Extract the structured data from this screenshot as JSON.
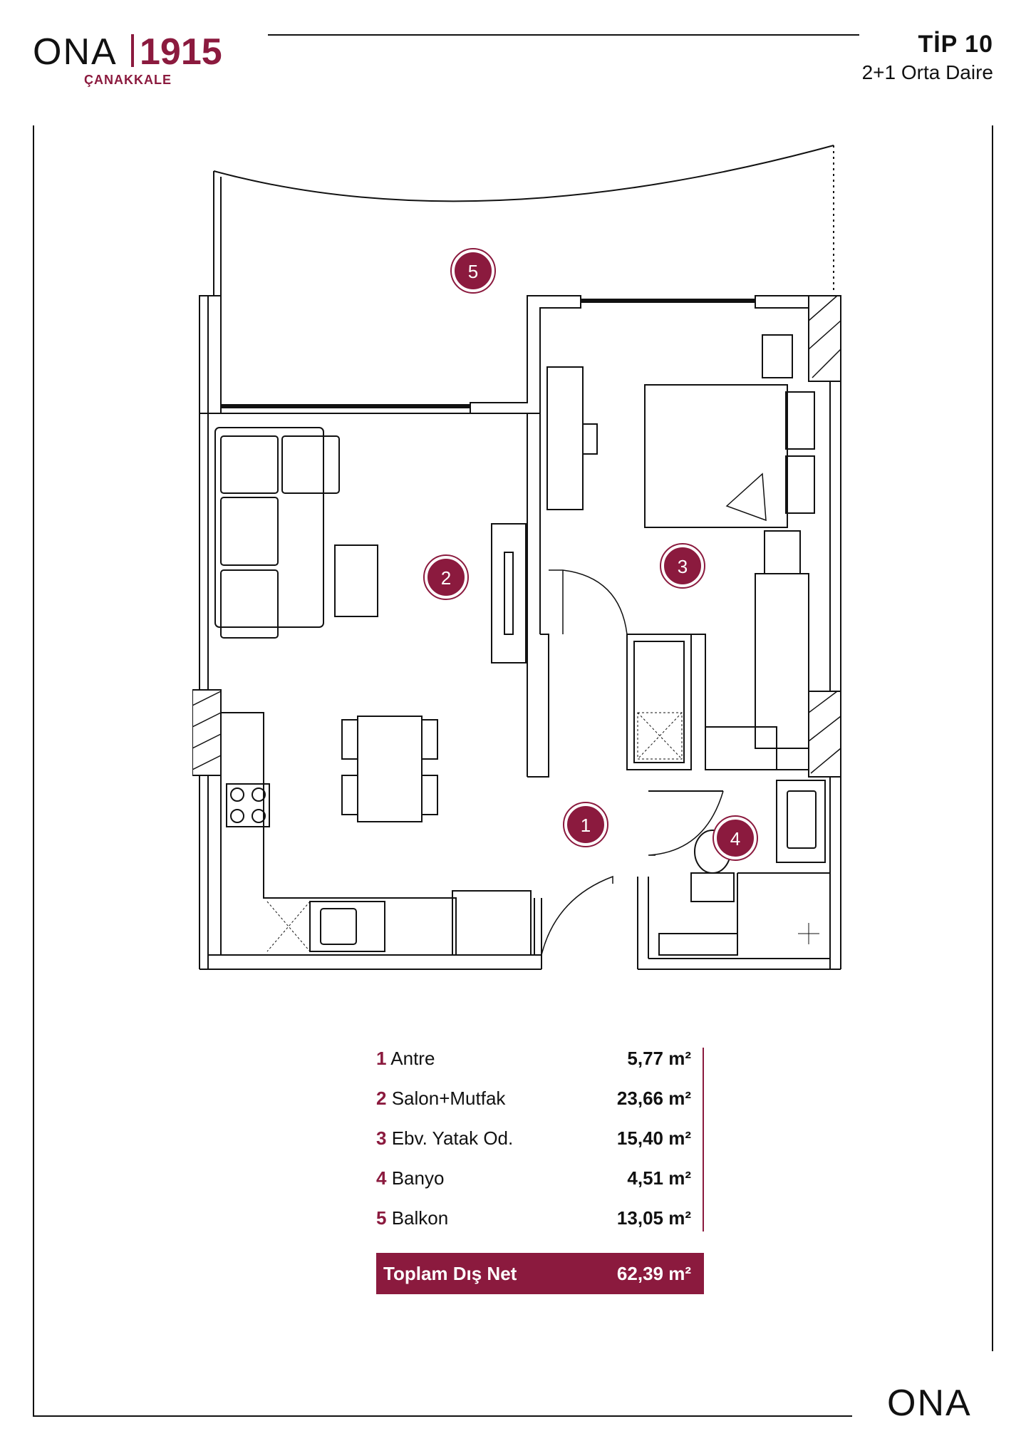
{
  "brand": {
    "logo_name": "ONA",
    "logo_year": "1915",
    "logo_city": "ÇANAKKALE",
    "footer_logo": "ONA"
  },
  "header": {
    "type_title": "TİP 10",
    "type_subtitle": "2+1 Orta Daire"
  },
  "colors": {
    "accent": "#8b1a3e",
    "line": "#111111"
  },
  "rooms": [
    {
      "num": "1",
      "name": "Antre",
      "area": "5,77 m²"
    },
    {
      "num": "2",
      "name": "Salon+Mutfak",
      "area": "23,66 m²"
    },
    {
      "num": "3",
      "name": "Ebv. Yatak Od.",
      "area": "15,40 m²"
    },
    {
      "num": "4",
      "name": "Banyo",
      "area": "4,51 m²"
    },
    {
      "num": "5",
      "name": "Balkon",
      "area": "13,05 m²"
    }
  ],
  "total": {
    "label": "Toplam Dış Net",
    "area": "62,39 m²"
  },
  "plan_markers": [
    "1",
    "2",
    "3",
    "4",
    "5"
  ]
}
